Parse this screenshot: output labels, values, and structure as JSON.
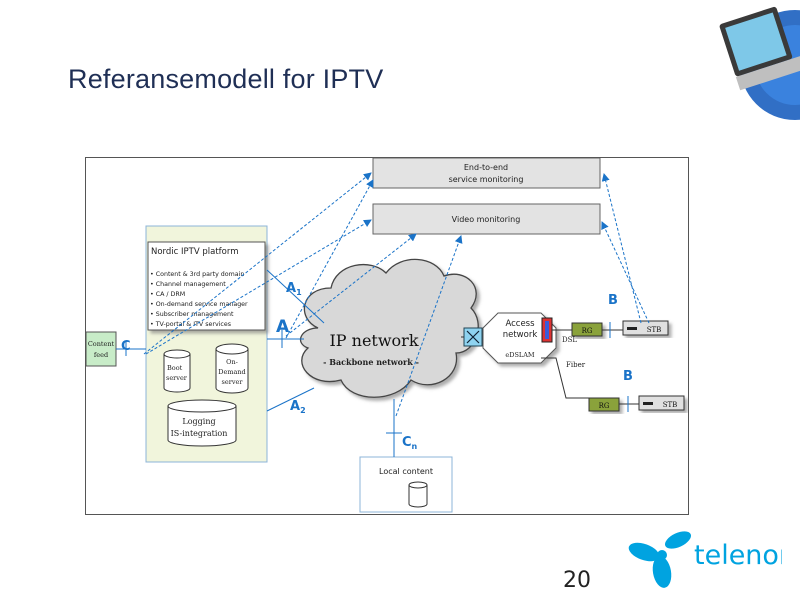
{
  "slide": {
    "title": "Referansemodell for IPTV",
    "page_number": "20"
  },
  "brand": {
    "logo_text": "telenor",
    "logo_color": "#00a3e0"
  },
  "diagram": {
    "end_to_end": {
      "line1": "End-to-end",
      "line2": "service monitoring"
    },
    "video_monitoring": "Video  monitoring",
    "platform": {
      "title": "Nordic IPTV platform",
      "items": [
        "• Content & 3rd party domain",
        "• Channel management",
        "• CA / DRM",
        "• On-demand service manager",
        "• Subscriber management",
        "• TV-portal & ITV services"
      ],
      "boot_server": [
        "Boot",
        "server"
      ],
      "on_demand_server": [
        "On-",
        "Demand",
        "server"
      ],
      "logging": [
        "Logging",
        "IS-integration"
      ]
    },
    "content_feed": [
      "Content",
      "feed"
    ],
    "ip_network": {
      "title": "IP network",
      "subtitle": "- Backbone network -"
    },
    "access_network": [
      "Access",
      "network"
    ],
    "edslam": "eDSLAM",
    "dsl": "DSL",
    "fiber": "Fiber",
    "rg_label": "RG",
    "stb_label": "STB",
    "local_content": "Local content",
    "interfaces": {
      "a1": {
        "main": "A",
        "sub": "1"
      },
      "a": {
        "main": "A",
        "sub": ""
      },
      "a2": {
        "main": "A",
        "sub": "2"
      },
      "b": "B",
      "c": "C",
      "cn": {
        "main": "C",
        "sub": "n"
      }
    },
    "colors": {
      "accent": "#1a73c8",
      "box_grey": "#e3e3e3",
      "platform_bg": "#f1f5dc",
      "content_feed_bg": "#c8ecc8",
      "rg_bg": "#8aa23a"
    }
  }
}
